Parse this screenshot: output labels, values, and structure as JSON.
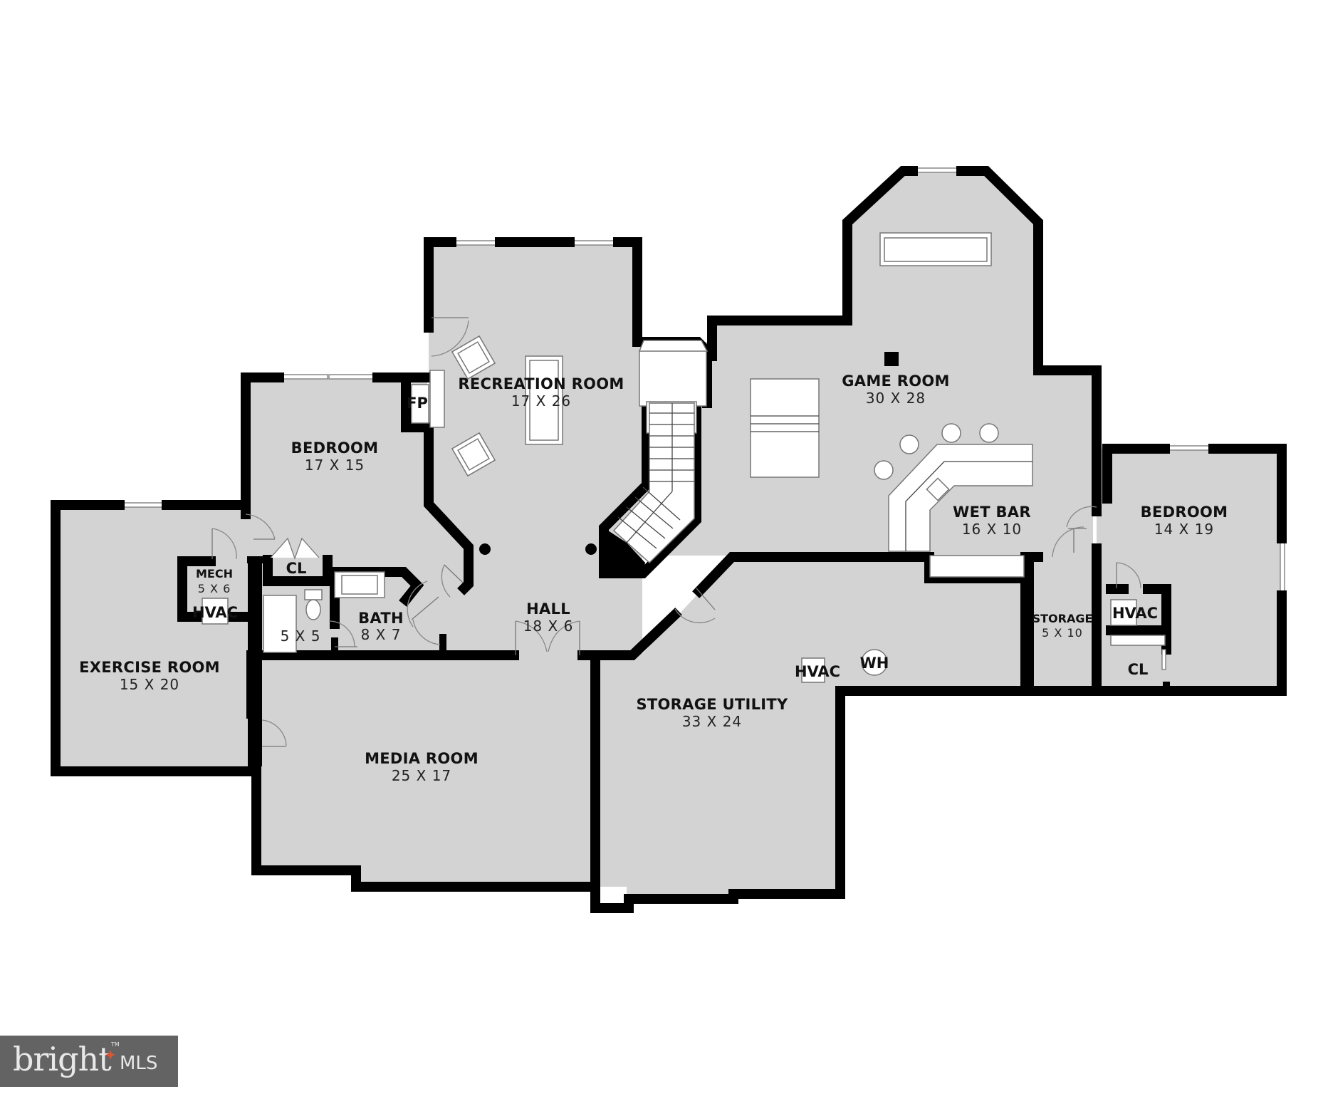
{
  "plan": {
    "rooms": {
      "recreation": {
        "name": "RECREATION ROOM",
        "dims": "17 X 26"
      },
      "game": {
        "name": "GAME ROOM",
        "dims": "30 X 28"
      },
      "bedroom_left": {
        "name": "BEDROOM",
        "dims": "17 X 15"
      },
      "bedroom_right": {
        "name": "BEDROOM",
        "dims": "14 X 19"
      },
      "wet_bar": {
        "name": "WET BAR",
        "dims": "16 X 10"
      },
      "mech": {
        "name": "MECH",
        "dims": "5 X 6"
      },
      "closet_left": {
        "name": "CL"
      },
      "closet_right": {
        "name": "CL"
      },
      "bath": {
        "name": "BATH",
        "dims": "8 X 7"
      },
      "bath_small": {
        "dims": "5 X 5"
      },
      "hall": {
        "name": "HALL",
        "dims": "18 X 6"
      },
      "exercise": {
        "name": "EXERCISE ROOM",
        "dims": "15 X 20"
      },
      "media": {
        "name": "MEDIA ROOM",
        "dims": "25 X 17"
      },
      "storage_utility": {
        "name": "STORAGE UTILITY",
        "dims": "33 X 24"
      },
      "storage": {
        "name": "STORAGE",
        "dims": "5 X 10"
      }
    },
    "fixtures": {
      "fireplace": "FP",
      "hvac_mech": "HVAC",
      "hvac_utility": "HVAC",
      "hvac_right": "HVAC",
      "water_heater": "WH"
    }
  },
  "logo": {
    "brand": "bright",
    "tm": "TM",
    "suffix": "MLS",
    "accent_color": "#e0532f"
  }
}
